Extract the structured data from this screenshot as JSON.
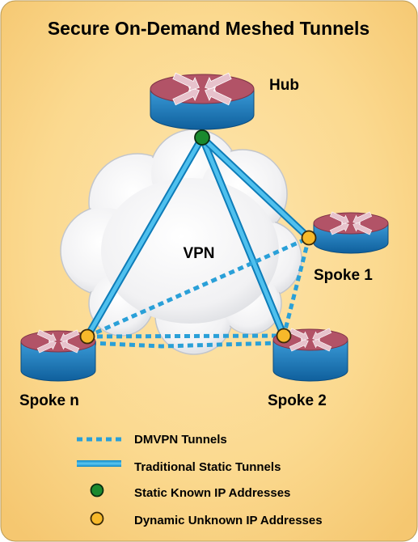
{
  "title": "Secure On-Demand Meshed Tunnels",
  "cloud_label": "VPN",
  "nodes": {
    "hub": {
      "label": "Hub"
    },
    "spoke1": {
      "label": "Spoke 1"
    },
    "spoke2": {
      "label": "Spoke 2"
    },
    "spoken": {
      "label": "Spoke n"
    }
  },
  "legend": {
    "dmvpn": "DMVPN Tunnels",
    "static_tunnels": "Traditional Static Tunnels",
    "static_ip": "Static Known IP Addresses",
    "dynamic_ip": "Dynamic Unknown IP Addresses"
  },
  "colors": {
    "background": "#fad584",
    "tunnel": "#2aa9de",
    "router_top": "#b25367",
    "router_body": "#1d79b8",
    "static_ip_dot": "#1a8a2e",
    "dynamic_ip_dot": "#f7b92a"
  }
}
